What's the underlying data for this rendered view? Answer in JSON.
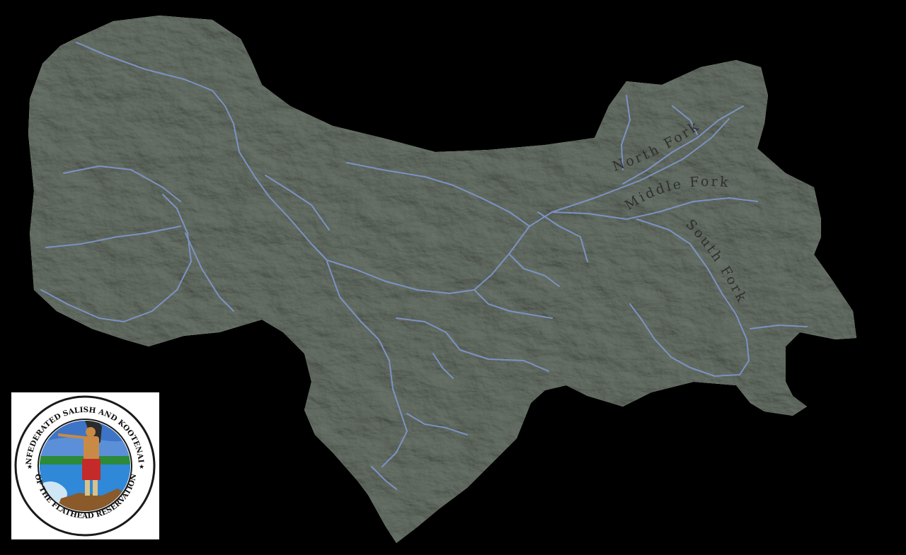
{
  "map": {
    "background_color": "#000000",
    "terrain_color": "#a4aca3",
    "terrain_shadow_color": "#8b9389",
    "river_color": "#7c92c4",
    "label_color": "#2f2f2f",
    "labels": {
      "north_fork": "North Fork",
      "middle_fork": "Middle Fork",
      "south_fork": "South Fork"
    }
  },
  "seal": {
    "top_text": "THE CONFEDERATED SALISH AND KOOTENAI TRIBES",
    "bottom_text": "OF THE FLATHEAD RESERVATION",
    "colors": {
      "ring": "#ffffff",
      "ring_border": "#1a1a1a",
      "sky": "#3e74c6",
      "water": "#2f88d8",
      "grass": "#2d8a3a",
      "rock": "#8a5a2a",
      "figure_skin": "#c88a45",
      "figure_garment": "#c42a2a"
    },
    "icons": [
      "star-icon",
      "chief-figure-icon"
    ]
  }
}
